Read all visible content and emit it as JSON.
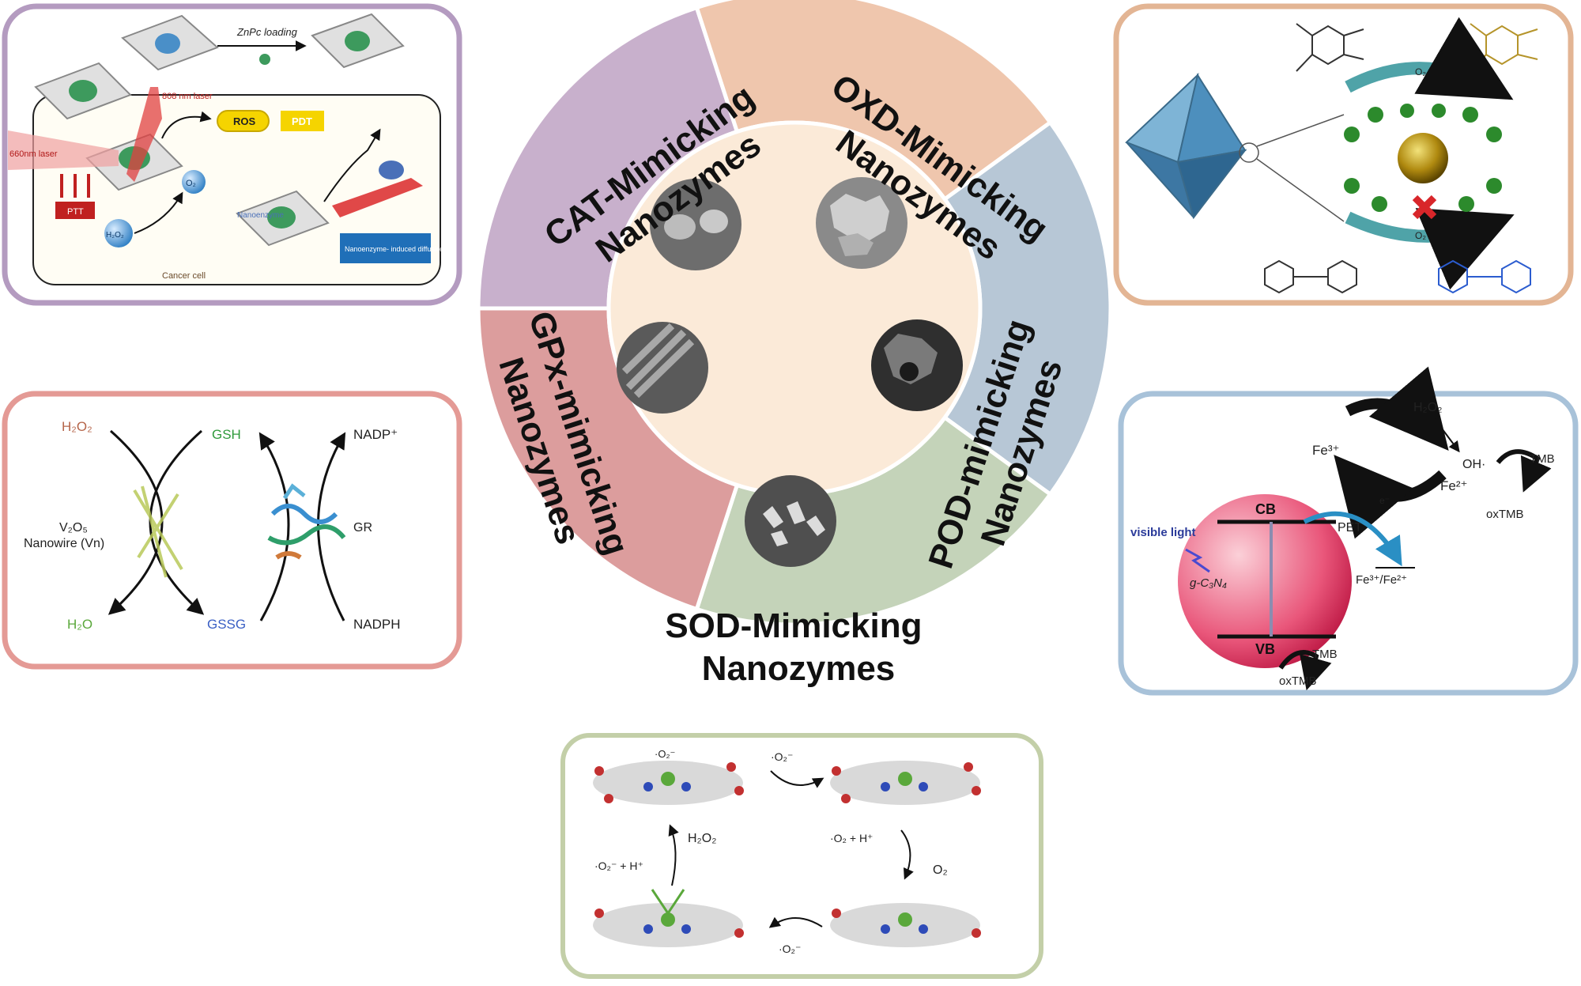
{
  "wheel": {
    "segments": [
      {
        "id": "cat",
        "line1": "CAT-Mimicking",
        "line2": "Nanozymes",
        "color": "#c8b0cc"
      },
      {
        "id": "oxd",
        "line1": "OXD-Mimicking",
        "line2": "Nanozymes",
        "color": "#efc6ad"
      },
      {
        "id": "pod",
        "line1": "POD-mimicking",
        "line2": "Nanozymes",
        "color": "#b7c7d6"
      },
      {
        "id": "sod",
        "line1": "SOD-Mimicking",
        "line2": "Nanozymes",
        "color": "#c4d3b9"
      },
      {
        "id": "gpx",
        "line1": "GPx-mimicking",
        "line2": "Nanozymes",
        "color": "#dc9d9d"
      }
    ],
    "center_color": "#fbead8"
  },
  "panel_cat": {
    "loading": "ZnPc loading",
    "laser_808": "808 nm laser",
    "laser_660": "660nm laser",
    "ros": "ROS",
    "pdt": "PDT",
    "ptt": "PTT",
    "o2": "O₂",
    "h2o2": "H₂O₂",
    "nano": "Nanoenzyme",
    "nano_box": "Nanoenzyme- induced diffusion",
    "cancer_cell": "Cancer cell",
    "border": "#b49bc0"
  },
  "panel_oxd": {
    "o2_top": "O₂",
    "o2_bottom": "O₂",
    "border": "#e3b594"
  },
  "panel_gpx": {
    "h2o2": "H₂O₂",
    "gsh": "GSH",
    "nadp": "NADP⁺",
    "v2o5_1": "V₂O₅",
    "v2o5_2": "Nanowire (Vn)",
    "gr": "GR",
    "h2o": "H₂O",
    "gssg": "GSSG",
    "nadph": "NADPH",
    "border": "#e49a95"
  },
  "panel_pod": {
    "h2o2": "H₂O₂",
    "fe3_left": "Fe³⁺",
    "fe2_right": "Fe²⁺",
    "oh": "OH·",
    "tmb_top": "TMB",
    "oxtmb_top": "oxTMB",
    "cb": "CB",
    "vb": "VB",
    "pet": "PET",
    "visible": "visible light",
    "gcn": "g-C₃N₄",
    "fe_couple": "Fe³⁺/Fe²⁺",
    "e": "e⁻",
    "tmb_bottom": "TMB",
    "oxtmb_bottom": "oxTMB",
    "border": "#a8c2d9"
  },
  "panel_sod": {
    "tl_species": "·O₂⁻",
    "top_reagent": "·O₂⁻",
    "left_in": "·O₂⁻ + H⁺",
    "left_out": "H₂O₂",
    "right_in": "·O₂ + H⁺",
    "right_out": "O₂",
    "bottom_reagent": "·O₂⁻",
    "border": "#c3cfa8"
  }
}
